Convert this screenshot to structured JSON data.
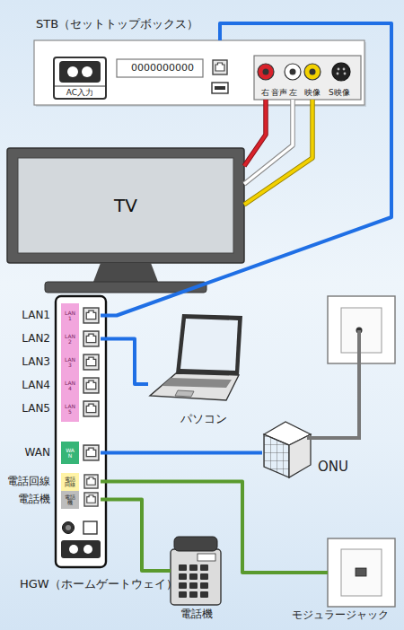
{
  "diagram": {
    "nodes": [
      {
        "text": [
          "STB（セットトップボックス）"
        ]
      },
      {
        "text": [
          "AC入力"
        ],
        "in": 0
      },
      {
        "text": [
          "0000000000"
        ],
        "in": 0
      },
      {
        "text": [
          "右",
          "音声",
          "左",
          "映像",
          "S映像"
        ],
        "in": 0
      },
      {
        "text": [
          "TV"
        ]
      },
      {
        "text": [
          "HGW（ホームゲートウェイ）"
        ]
      },
      {
        "text": [
          "LAN1",
          "LAN 1"
        ],
        "in": 5
      },
      {
        "text": [
          "LAN2",
          "LAN 2"
        ],
        "in": 5
      },
      {
        "text": [
          "LAN3",
          "LAN 3"
        ],
        "in": 5
      },
      {
        "text": [
          "LAN4",
          "LAN 4"
        ],
        "in": 5
      },
      {
        "text": [
          "LAN5",
          "LAN 5"
        ],
        "in": 5
      },
      {
        "text": [
          "WAN",
          "WAN"
        ],
        "in": 5
      },
      {
        "text": [
          "電話回線",
          "電話 回線"
        ],
        "in": 5
      },
      {
        "text": [
          "電話機",
          "電話 機"
        ],
        "in": 5
      },
      {
        "text": [
          "パソコン"
        ]
      },
      {
        "text": [
          "ONU"
        ]
      },
      {
        "text": [
          "電話機"
        ]
      },
      {
        "text": [
          "モジュラージャック"
        ]
      }
    ],
    "edges": [
      {
        "from": 3,
        "to": 4,
        "arrow": "none"
      },
      {
        "from": 3,
        "to": 4,
        "arrow": "none"
      },
      {
        "from": 3,
        "to": 4,
        "arrow": "none"
      },
      {
        "from": 0,
        "to": 6,
        "arrow": "none"
      },
      {
        "from": 7,
        "to": 14,
        "arrow": "none"
      },
      {
        "from": 11,
        "to": 15,
        "arrow": "none"
      },
      {
        "from": 12,
        "to": 17,
        "arrow": "none"
      },
      {
        "from": 13,
        "to": 16,
        "arrow": "none"
      }
    ]
  }
}
